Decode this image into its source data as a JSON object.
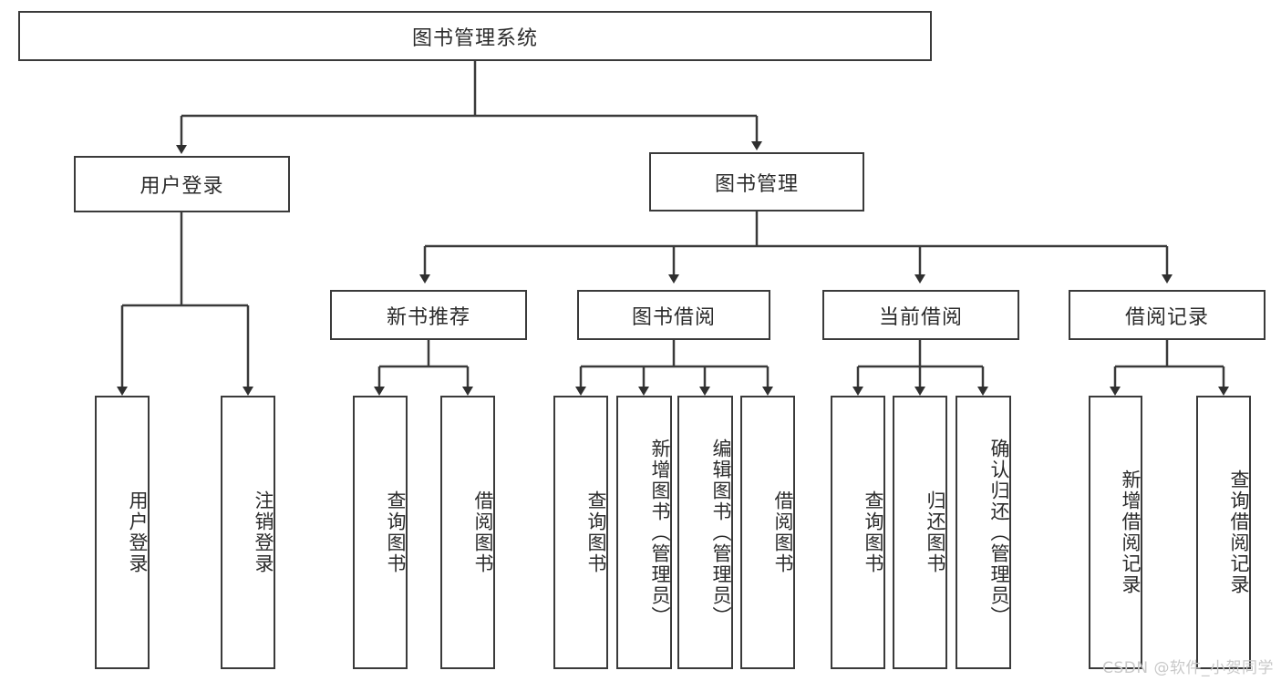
{
  "diagram": {
    "type": "tree",
    "title": "图书管理系统",
    "watermark": "CSDN @软件_小贺同学",
    "colors": {
      "stroke": "#3a3a3a",
      "fill": "#ffffff",
      "text": "#2b2b2b",
      "watermark": "#c9c9c9"
    },
    "nodes": {
      "root": {
        "label": "图书管理系统",
        "orientation": "horizontal"
      },
      "level2": [
        {
          "id": "user-login",
          "label": "用户登录",
          "orientation": "horizontal"
        },
        {
          "id": "book-admin",
          "label": "图书管理",
          "orientation": "horizontal"
        }
      ],
      "level3": [
        {
          "id": "new-book-rec",
          "label": "新书推荐",
          "orientation": "horizontal"
        },
        {
          "id": "book-borrow",
          "label": "图书借阅",
          "orientation": "horizontal"
        },
        {
          "id": "current-borrow",
          "label": "当前借阅",
          "orientation": "horizontal"
        },
        {
          "id": "borrow-record",
          "label": "借阅记录",
          "orientation": "horizontal"
        }
      ],
      "leaves": [
        {
          "id": "leaf-user-login",
          "label": "用户登录",
          "parent": "user-login"
        },
        {
          "id": "leaf-user-logout",
          "label": "注销登录",
          "parent": "user-login"
        },
        {
          "id": "leaf-query-book-1",
          "label": "查询图书",
          "parent": "new-book-rec"
        },
        {
          "id": "leaf-borrow-book-1",
          "label": "借阅图书",
          "parent": "new-book-rec"
        },
        {
          "id": "leaf-query-book-2",
          "label": "查询图书",
          "parent": "book-borrow"
        },
        {
          "id": "leaf-add-book",
          "label": "新增图书（管理员）",
          "parent": "book-borrow"
        },
        {
          "id": "leaf-edit-book",
          "label": "编辑图书（管理员）",
          "parent": "book-borrow"
        },
        {
          "id": "leaf-borrow-book-2",
          "label": "借阅图书",
          "parent": "book-borrow"
        },
        {
          "id": "leaf-query-book-3",
          "label": "查询图书",
          "parent": "current-borrow"
        },
        {
          "id": "leaf-return-book",
          "label": "归还图书",
          "parent": "current-borrow"
        },
        {
          "id": "leaf-confirm-return",
          "label": "确认归还（管理员）",
          "parent": "current-borrow"
        },
        {
          "id": "leaf-add-record",
          "label": "新增借阅记录",
          "parent": "borrow-record"
        },
        {
          "id": "leaf-query-record",
          "label": "查询借阅记录",
          "parent": "borrow-record"
        }
      ]
    }
  }
}
